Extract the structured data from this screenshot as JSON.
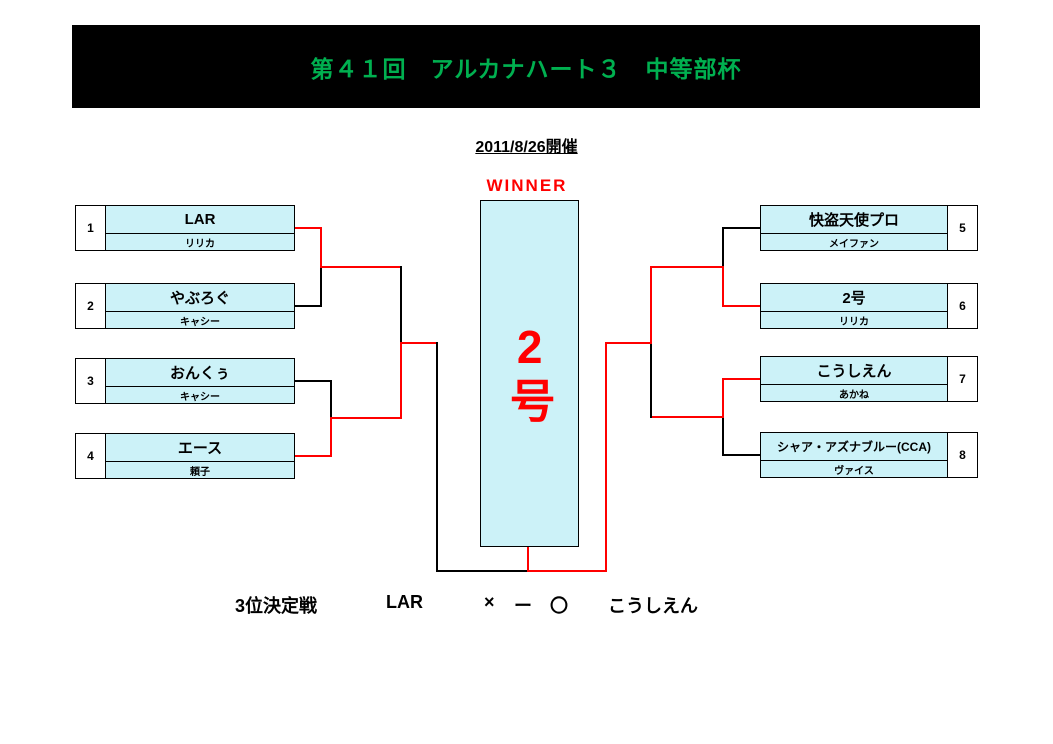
{
  "header": {
    "title": "第４１回　アルカナハート３　中等部杯"
  },
  "event": {
    "date": "2011/8/26開催"
  },
  "winner": {
    "label": "WINNER",
    "name": "2号"
  },
  "bracket": {
    "left": [
      {
        "seed": "1",
        "name": "LAR",
        "player": "リリカ"
      },
      {
        "seed": "2",
        "name": "やぶろぐ",
        "player": "キャシー"
      },
      {
        "seed": "3",
        "name": "おんくぅ",
        "player": "キャシー"
      },
      {
        "seed": "4",
        "name": "エース",
        "player": "頼子"
      }
    ],
    "right": [
      {
        "seed": "5",
        "name": "快盗天使プロ",
        "player": "メイファン"
      },
      {
        "seed": "6",
        "name": "2号",
        "player": "リリカ"
      },
      {
        "seed": "7",
        "name": "こうしえん",
        "player": "あかね"
      },
      {
        "seed": "8",
        "name": "シャア・アズナブルー(CCA)",
        "player": "ヴァイス"
      }
    ]
  },
  "third_place": {
    "label": "3位決定戦",
    "left_name": "LAR",
    "left_mark": "×",
    "separator": "ー",
    "right_mark": "〇",
    "right_name": "こうしえん"
  },
  "colors": {
    "title_green": "#00b050",
    "winner_red": "#ff0000",
    "box_fill": "#ccf2f8",
    "line_red": "#ff0000",
    "line_black": "#000000"
  }
}
